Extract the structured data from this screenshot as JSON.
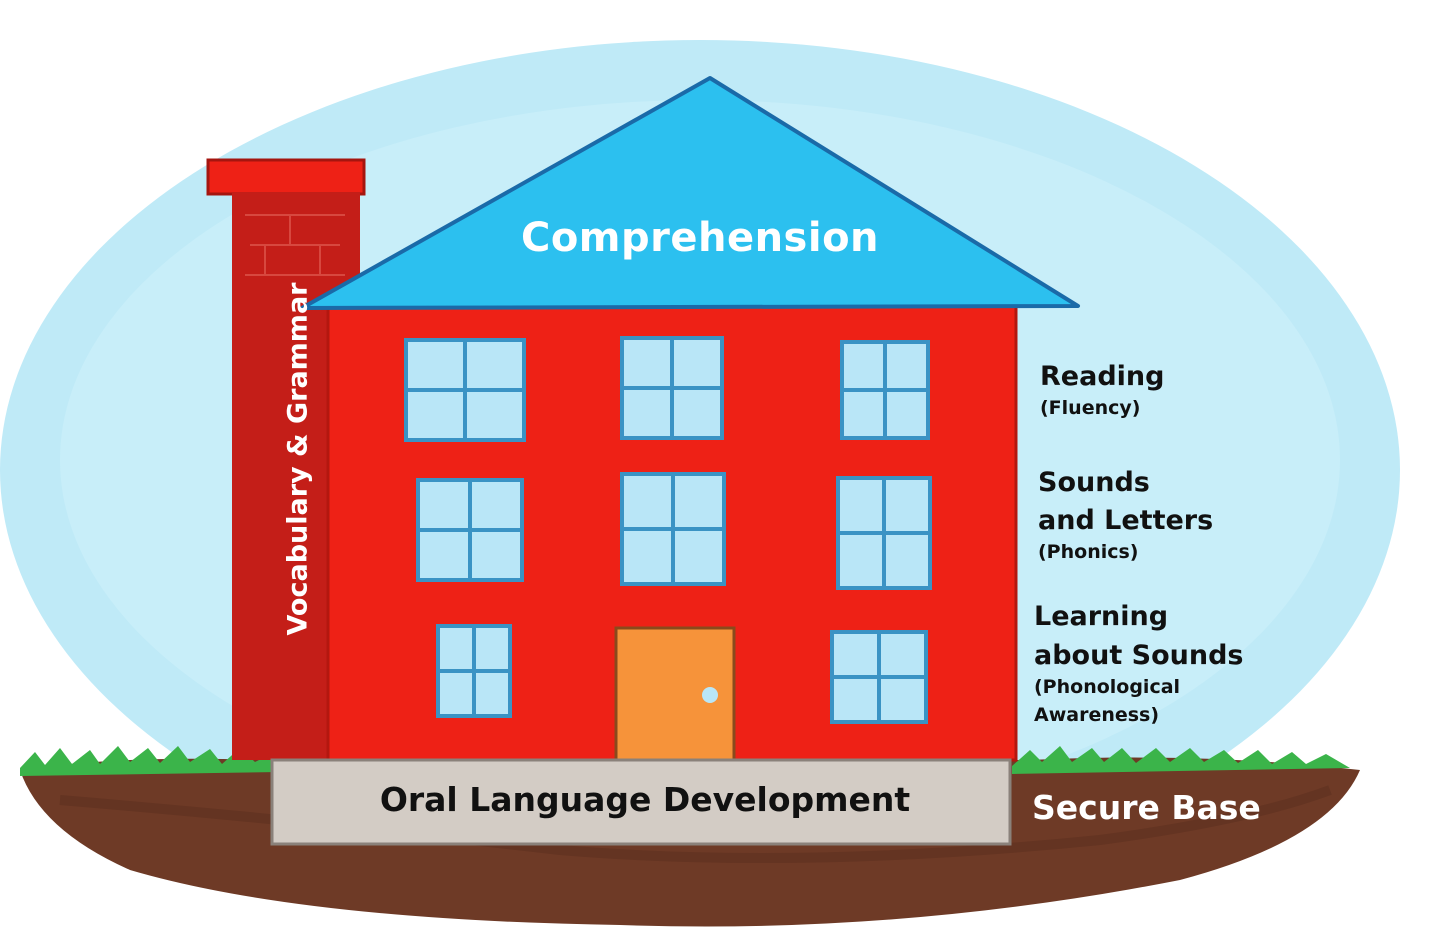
{
  "diagram": {
    "roof_label": "Comprehension",
    "chimney_label": "Vocabulary & Grammar",
    "foundation_label": "Oral Language Development",
    "base_label": "Secure Base",
    "levels": [
      {
        "title_line1": "Reading",
        "title_line2": "",
        "note_line1": "(Fluency)",
        "note_line2": ""
      },
      {
        "title_line1": "Sounds",
        "title_line2": "and Letters",
        "note_line1": "(Phonics)",
        "note_line2": ""
      },
      {
        "title_line1": "Learning",
        "title_line2": "about Sounds",
        "note_line1": "(Phonological",
        "note_line2": "Awareness)"
      }
    ]
  },
  "colors": {
    "sky": "#bfeaf7",
    "roof": "#2cc0ef",
    "walls": "#ee2116",
    "chimney": "#c41e18",
    "foundation": "#d3ccc5",
    "door": "#f6933a",
    "window": "#b9e6f7",
    "grass": "#3bb44a",
    "soil": "#6e3a26"
  }
}
